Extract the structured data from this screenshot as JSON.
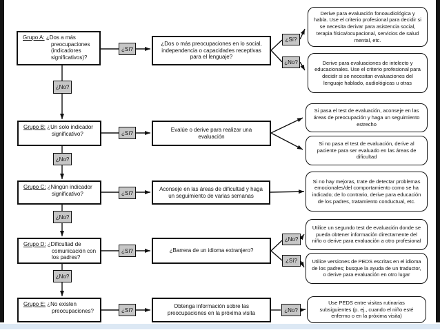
{
  "page": {
    "background": "#ffffff",
    "side_bar_color": "#141414",
    "bottom_strip_color": "#dce8f4",
    "box_border_color": "#111111",
    "tag_fill_color": "#c6c6c6"
  },
  "rows": [
    {
      "group_label": "Grupo A:",
      "group_question": "¿Dos a más preocupaciones (indicadores significativos)?",
      "si_label": "¿Sí?",
      "down_label": "¿No?",
      "middle": "¿Dos o más preocupaciones en lo social, independencia o capacidades receptivas para el lenguaje?",
      "branch_top_label": "¿Sí?",
      "branch_bottom_label": "¿No?",
      "outcome_top": "Derive para evaluación fonoaudiológica y habla. Use el criterio profesional para decidir si se necesita derivar para asistencia social, terapia física/ocupacional, servicios de salud mental, etc.",
      "outcome_bottom": "Derive para evaluaciones de intelecto y educacionales. Use el criterio profesional para decidir si se necesitan evaluaciones del lenguaje hablado, audiológicas u otras"
    },
    {
      "group_label": "Grupo B:",
      "group_question": "¿Un solo indicador significativo?",
      "si_label": "¿Sí?",
      "down_label": "¿No?",
      "middle": "Evalúe o derive para realizar una evaluación",
      "outcome_top": "Si pasa el test de evaluación, aconseje en las áreas de preocupación y haga un seguimiento estrecho",
      "outcome_bottom": "Si no pasa el test de evaluación, derive al paciente para ser evaluado en las áreas de dificultad"
    },
    {
      "group_label": "Grupo C:",
      "group_question": "¿Ningún indicador significativo?",
      "si_label": "¿Sí?",
      "down_label": "¿No?",
      "middle": "Aconseje en las áreas de dificultad y haga un seguimiento de varias semanas",
      "outcome": "Si no hay mejoras, trate de detectar problemas emocionales/del comportamiento como se ha indicado; de lo contrario, derive para educación de los padres, tratamiento conductual, etc."
    },
    {
      "group_label": "Grupo D:",
      "group_question": "¿Dificultad de comunicación con los padres?",
      "si_label": "¿Sí?",
      "down_label": "¿No?",
      "middle": "¿Barrera de un idioma extranjero?",
      "branch_top_label": "¿No?",
      "branch_bottom_label": "¿Sí?",
      "outcome_top": "Utilice un segundo test de evaluación donde se pueda obtener información directamente del niño o derive para evaluación a otro profesional",
      "outcome_bottom": "Utilice versiones de PEDS escritas en el idioma de los padres; busque la ayuda de un traductor, o derive para evaluación en otro lugar"
    },
    {
      "group_label": "Grupo E:",
      "group_question": "¿No existen preocupaciones?",
      "si_label": "¿Sí?",
      "no_label": "¿No?",
      "middle": "Obtenga información sobre las preocupaciones en la próxima visita",
      "outcome": "Use PEDS entre visitas rutinarias subsiguientes (p. ej., cuando el niño esté enfermo o en la próxima visita)"
    }
  ]
}
